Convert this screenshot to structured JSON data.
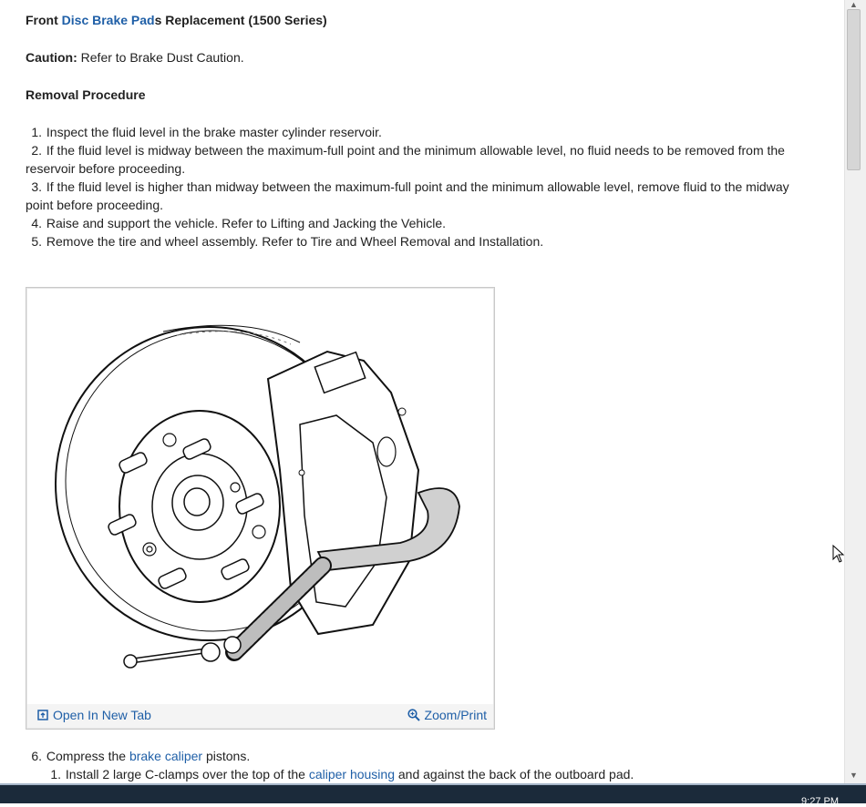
{
  "title": {
    "pre": "Front ",
    "link": "Disc Brake Pad",
    "post": "s Replacement (1500 Series)"
  },
  "caution": {
    "label": "Caution:",
    "text": " Refer to Brake Dust Caution."
  },
  "removal_heading": "Removal Procedure",
  "steps": [
    {
      "num": "1.",
      "text": "Inspect the fluid level in the brake master cylinder reservoir."
    },
    {
      "num": "2.",
      "text": "If the fluid level is midway between the maximum-full point and the minimum allowable level, no fluid needs to be removed from the reservoir before proceeding."
    },
    {
      "num": "3.",
      "text": "If the fluid level is higher than midway between the maximum-full point and the minimum allowable level, remove fluid to the midway point before proceeding."
    },
    {
      "num": "4.",
      "text": "Raise and support the vehicle. Refer to Lifting and Jacking the Vehicle."
    },
    {
      "num": "5.",
      "text": "Remove the tire and wheel assembly. Refer to Tire and Wheel Removal and Installation."
    }
  ],
  "figure": {
    "open_tab": "Open In New Tab",
    "zoom_print": "Zoom/Print"
  },
  "step6": {
    "num": "6.",
    "pre": "Compress the ",
    "link": "brake caliper",
    "post": " pistons."
  },
  "substep1": {
    "num": "1.",
    "pre": "Install 2 large C-clamps over the top of the ",
    "link": "caliper housing",
    "post": " and against the back of the outboard pad."
  },
  "taskbar": {
    "clock": "9:27 PM"
  },
  "colors": {
    "link": "#1f5fa7",
    "taskbar": "#1b2a3a"
  }
}
